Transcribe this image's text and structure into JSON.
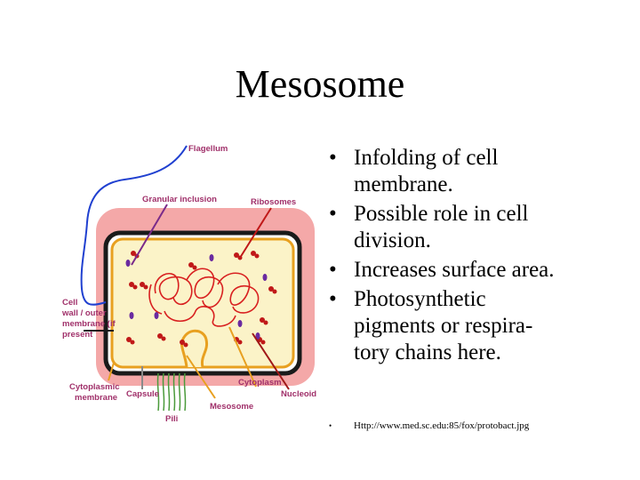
{
  "slide": {
    "title": "Mesosome",
    "bullets": [
      "Infolding of cell membrane.",
      "Possible role in cell division.",
      "Increases surface area.",
      "Photosynthetic pigments or respiratory chains here."
    ],
    "bullet_lines": [
      [
        "Infolding of cell",
        "membrane."
      ],
      [
        "Possible role in cell",
        "division."
      ],
      [
        "Increases surface area."
      ],
      [
        "Photosynthetic",
        "pigments or respira-",
        "tory chains here."
      ]
    ],
    "source": "Http://www.med.sc.edu:85/fox/protobact.jpg"
  },
  "diagram": {
    "labels": {
      "flagellum": "Flagellum",
      "granular_inclusion": "Granular inclusion",
      "ribosomes": "Ribosomes",
      "cell_wall_1": "Cell",
      "cell_wall_2": "wall / outer",
      "cell_wall_3": "membrane (if",
      "cell_wall_4": "present",
      "cytoplasmic_1": "Cytoplasmic",
      "cytoplasmic_2": "membrane",
      "capsule": "Capsule",
      "pili": "Pili",
      "mesosome": "Mesosome",
      "cytoplasm": "Cytoplasm",
      "nucleoid": "Nucleoid"
    },
    "colors": {
      "label_text": "#a0306a",
      "capsule_fill": "#f4a8a8",
      "cell_wall": "#1a1a1a",
      "cytoplasm": "#fbf3c8",
      "dna": "#d82020",
      "flagellum": "#2040d0",
      "ribosome": "#c01818",
      "granule": "#6a2aa0"
    }
  }
}
